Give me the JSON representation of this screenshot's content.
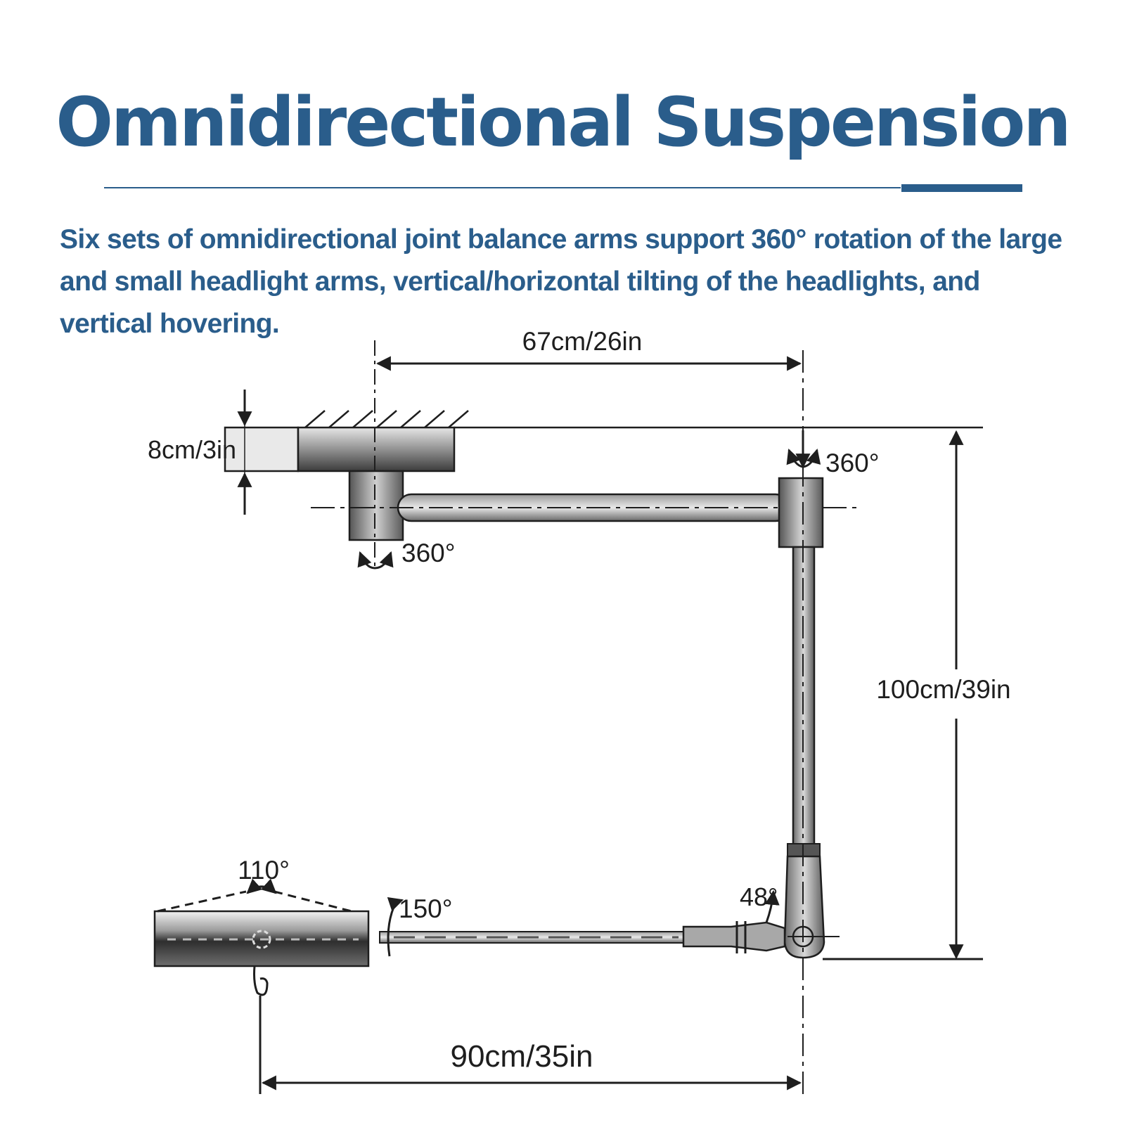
{
  "title": "Omnidirectional Suspension",
  "description": "Six sets of omnidirectional joint balance arms support 360° rotation of the large and small headlight arms, vertical/horizontal tilting of the headlights, and vertical hovering.",
  "dimensions": {
    "top_arm": "67cm/26in",
    "mount_height": "8cm/3in",
    "vertical_arm": "100cm/39in",
    "bottom_arm": "90cm/35in"
  },
  "angles": {
    "top_joint": "360°",
    "base_joint": "360°",
    "elbow_tilt": "48°",
    "head_swing": "150°",
    "head_tilt": "110°"
  },
  "colors": {
    "heading": "#2a5d8b",
    "line": "#1e1e1e",
    "metal_dark": "#3a3a3a",
    "metal_light": "#d8d8d8"
  }
}
